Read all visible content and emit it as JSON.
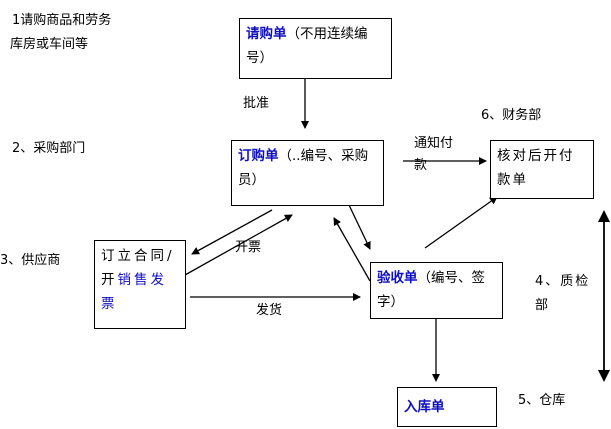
{
  "labels": {
    "requester": [
      "1请购商品和劳务",
      "库房或车间等"
    ],
    "purchasing": "2、采购部门",
    "supplier": "3、供应商",
    "qc": "4、质检部",
    "warehouse": "5、仓库",
    "finance": "6、财务部"
  },
  "boxes": {
    "requisition": {
      "title": "请购单",
      "rest": "（不用连续编号）"
    },
    "purchase_order": {
      "title": "订购单",
      "rest": "（..编号、采购员）"
    },
    "payment": {
      "text": "核对后开付款单"
    },
    "contract": {
      "pre": "订立合同/开",
      "blue": "销售发票"
    },
    "receiving": {
      "title": "验收单",
      "rest": "（编号、签字）"
    },
    "stock_in": {
      "title": "入库单"
    }
  },
  "arrows": {
    "approve": "批准",
    "notify_payment": "通知付款",
    "invoice": "开票",
    "ship": "发货"
  },
  "colors": {
    "accent": "#1010c0"
  }
}
